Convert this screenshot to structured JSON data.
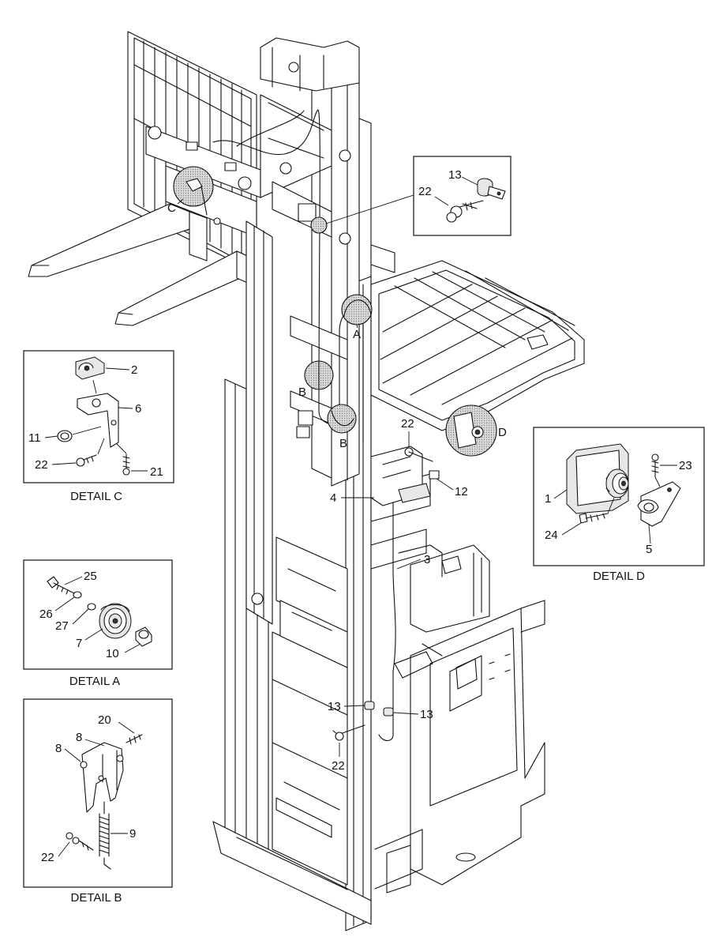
{
  "callouts": {
    "c1": "1",
    "c2": "2",
    "c3": "3",
    "c4": "4",
    "c5": "5",
    "c6": "6",
    "c7": "7",
    "c8": "8",
    "c9": "9",
    "c10": "10",
    "c11": "11",
    "c12": "12",
    "c13": "13",
    "c20": "20",
    "c21": "21",
    "c22": "22",
    "c23": "23",
    "c24": "24",
    "c25": "25",
    "c26": "26",
    "c27": "27"
  },
  "circle_labels": {
    "a": "A",
    "b": "B",
    "c": "C",
    "d": "D"
  },
  "details": {
    "a": "DETAIL A",
    "b": "DETAIL B",
    "c": "DETAIL C",
    "d": "DETAIL D"
  }
}
